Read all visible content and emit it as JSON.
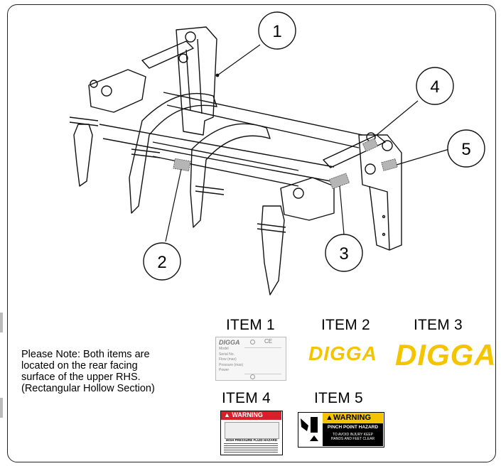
{
  "callouts": [
    "1",
    "2",
    "3",
    "4",
    "5"
  ],
  "items": {
    "item1": "ITEM 1",
    "item2": "ITEM 2",
    "item3": "ITEM 3",
    "item4": "ITEM 4",
    "item5": "ITEM 5"
  },
  "note": {
    "line1": "Please Note: Both items are",
    "line2": "located on the rear facing",
    "line3": "surface of the upper RHS.",
    "line4": "(Rectangular Hollow Section)"
  },
  "plate": {
    "brand": "DIGGA",
    "mark": "CE",
    "fields": [
      "Model",
      "Serial No.",
      "Flow (max)",
      "Pressure (max)",
      "Power"
    ]
  },
  "logos": {
    "item2": "DIGGA",
    "item3": "DIGGA"
  },
  "warning4": {
    "header": "WARNING",
    "title": "HIGH PRESSURE FLUID HAZARD"
  },
  "warning5": {
    "header": "WARNING",
    "title": "PINCH POINT HAZARD",
    "line1": "TO AVOID INJURY KEEP",
    "line2": "HANDS AND FEET CLEAR"
  },
  "colors": {
    "brand_yellow": "#f5c400",
    "warning_red": "#d6202a",
    "label_gray": "#b5b5b5"
  }
}
